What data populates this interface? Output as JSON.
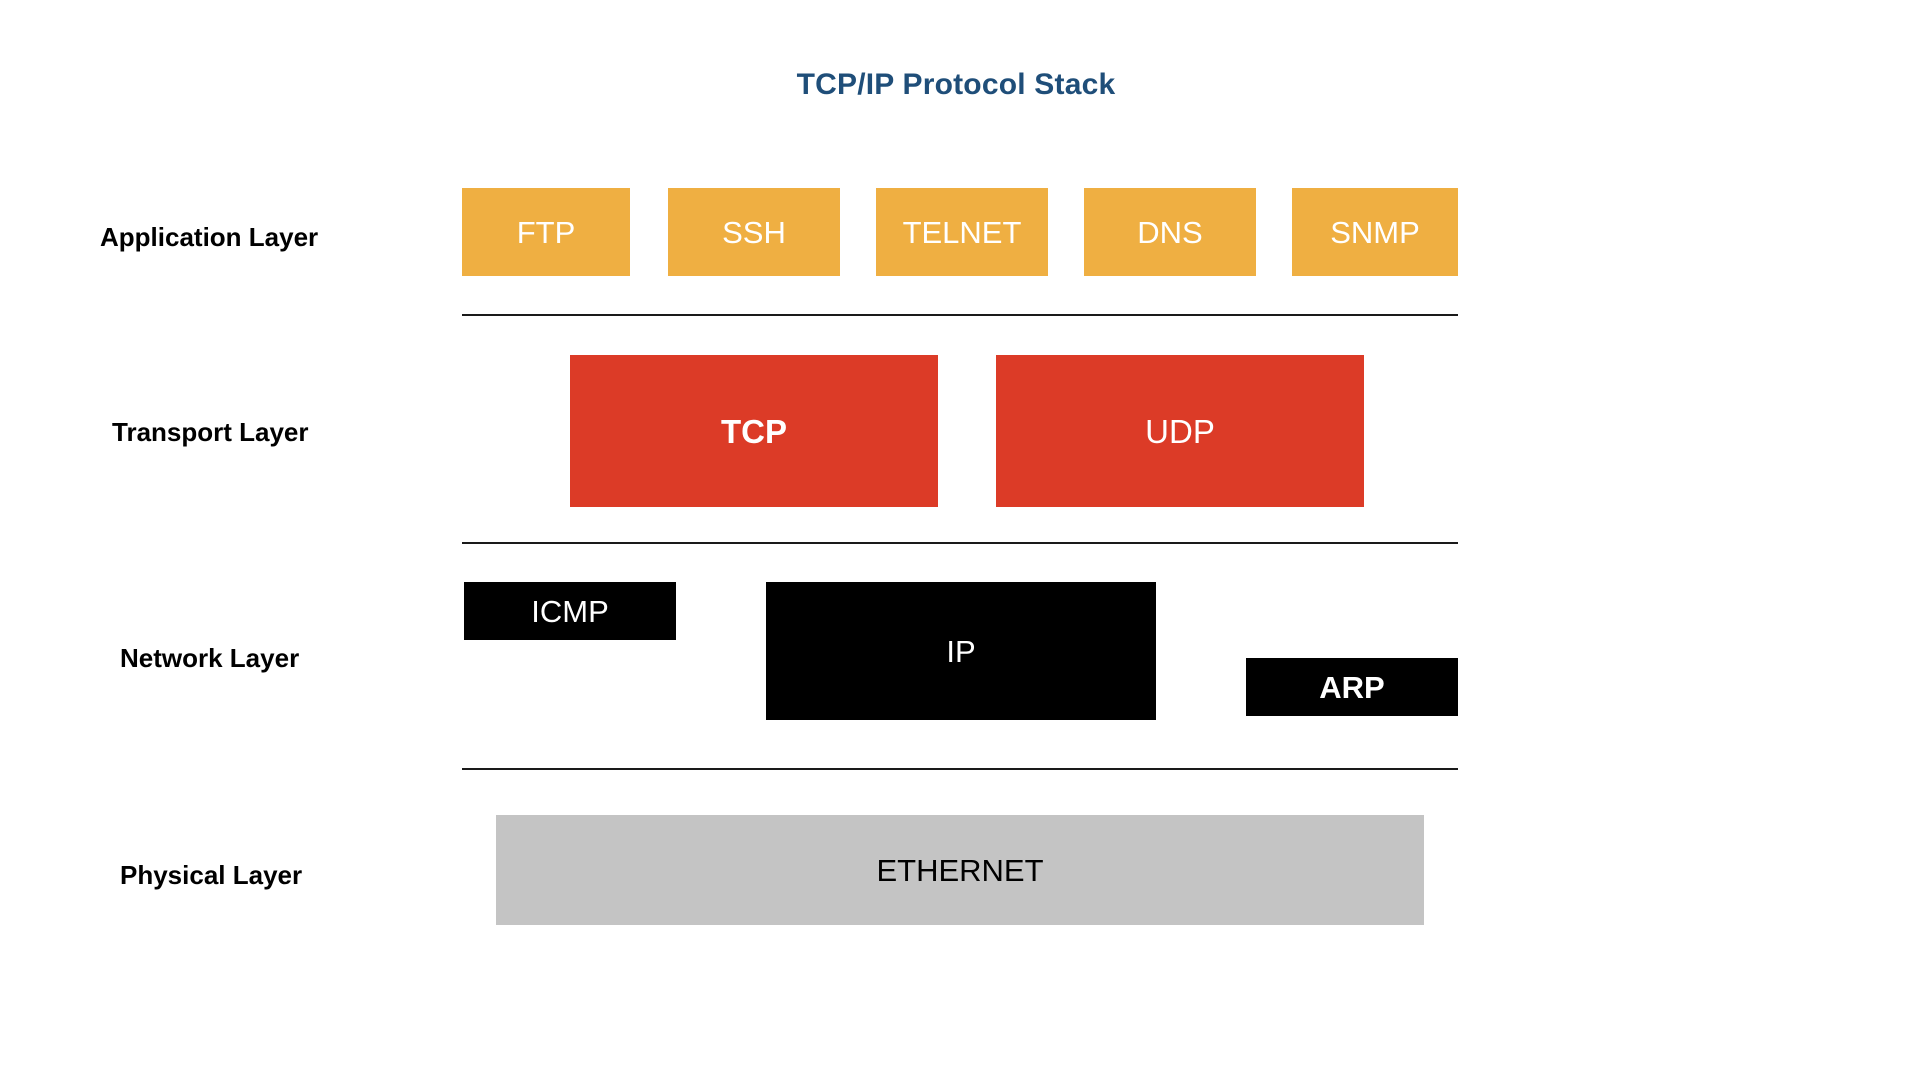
{
  "title": "TCP/IP Protocol Stack",
  "colors": {
    "title": "#1F4E79",
    "application": "#EFAF42",
    "transport": "#DC3B27",
    "network": "#000000",
    "physical": "#C4C4C4",
    "divider": "#1A1A1A",
    "background": "#FFFFFF"
  },
  "layers": [
    {
      "name": "Application Layer",
      "protocols": [
        {
          "label": "FTP"
        },
        {
          "label": "SSH"
        },
        {
          "label": "TELNET"
        },
        {
          "label": "DNS"
        },
        {
          "label": "SNMP"
        }
      ]
    },
    {
      "name": "Transport Layer",
      "protocols": [
        {
          "label": "TCP"
        },
        {
          "label": "UDP"
        }
      ]
    },
    {
      "name": "Network Layer",
      "protocols": [
        {
          "label": "ICMP"
        },
        {
          "label": "IP"
        },
        {
          "label": "ARP"
        }
      ]
    },
    {
      "name": "Physical Layer",
      "protocols": [
        {
          "label": "ETHERNET"
        }
      ]
    }
  ]
}
